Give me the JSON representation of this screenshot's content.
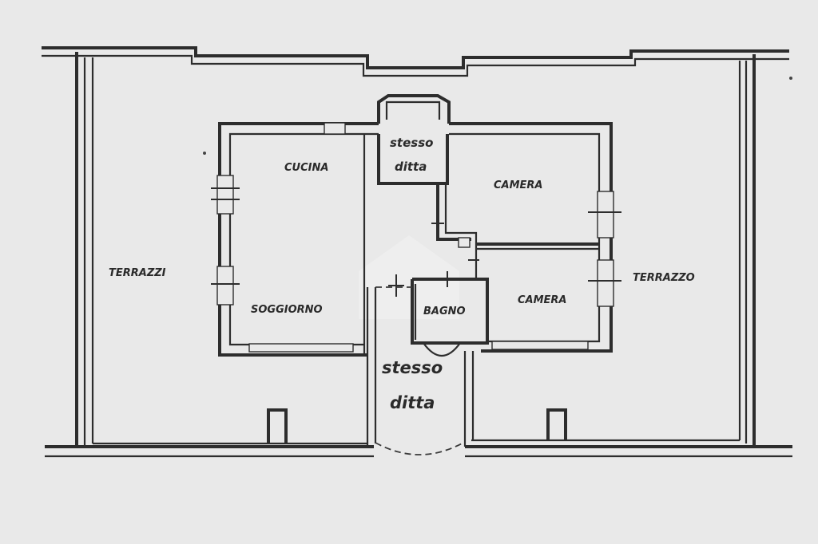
{
  "plan": {
    "rooms": {
      "kitchen": "CUCINA",
      "living": "SOGGIORNO",
      "bedroom_top": "CAMERA",
      "bedroom_bottom": "CAMERA",
      "bathroom": "BAGNO",
      "terrace_left": "TERRAZZI",
      "terrace_right": "TERRAZZO"
    },
    "same_owner_top": [
      "stesso",
      "ditta"
    ],
    "same_owner_bottom": [
      "stesso",
      "ditta"
    ]
  }
}
